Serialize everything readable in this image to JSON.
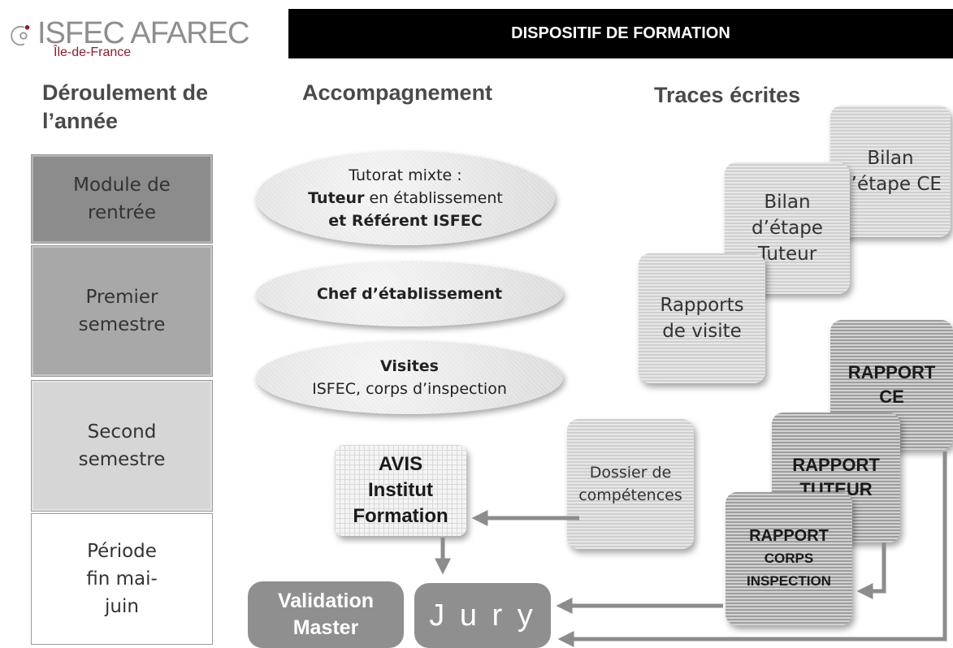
{
  "header": {
    "logo_name": "ISFEC AFAREC",
    "logo_sub": "Île-de-France",
    "title": "DISPOSITIF DE FORMATION"
  },
  "columns": {
    "col1": "Déroulement de l’année",
    "col2": "Accompagnement",
    "col3": "Traces écrites"
  },
  "periods": [
    {
      "label": "Module de rentrée",
      "color": "#8c8c8c"
    },
    {
      "label": "Premier semestre",
      "color": "#a8a8a8"
    },
    {
      "label": "Second semestre",
      "color": "#d6d6d6"
    },
    {
      "label": "Période fin mai-juin",
      "color": "#ffffff"
    }
  ],
  "accompagnement": {
    "tutorat_line1": "Tutorat mixte :",
    "tutorat_line2_bold": "Tuteur",
    "tutorat_line2_rest": " en établissement",
    "tutorat_line3": "et Référent ISFEC",
    "chef": "Chef d’établissement",
    "visites_line1": "Visites",
    "visites_line2": "ISFEC, corps d’inspection"
  },
  "avis": {
    "line1": "AVIS",
    "line2": "Institut",
    "line3": "Formation"
  },
  "validation": {
    "line1": "Validation",
    "line2": "Master"
  },
  "jury": "J u r y",
  "traces": {
    "bilan_ce": "Bilan d’étape CE",
    "bilan_tuteur": "Bilan d’étape Tuteur",
    "rapports_visite": "Rapports de visite",
    "dossier": "Dossier de compétences",
    "rapport_ce_1": "RAPPORT",
    "rapport_ce_2": "CE",
    "rapport_tuteur_1": "RAPPORT",
    "rapport_tuteur_2": "TUTEUR",
    "rapport_insp_1": "RAPPORT",
    "rapport_insp_2": "CORPS",
    "rapport_insp_3": "INSPECTION"
  },
  "colors": {
    "arrow": "#8c8c8c",
    "title_bg": "#000000",
    "logo_accent": "#8a1f2d"
  }
}
